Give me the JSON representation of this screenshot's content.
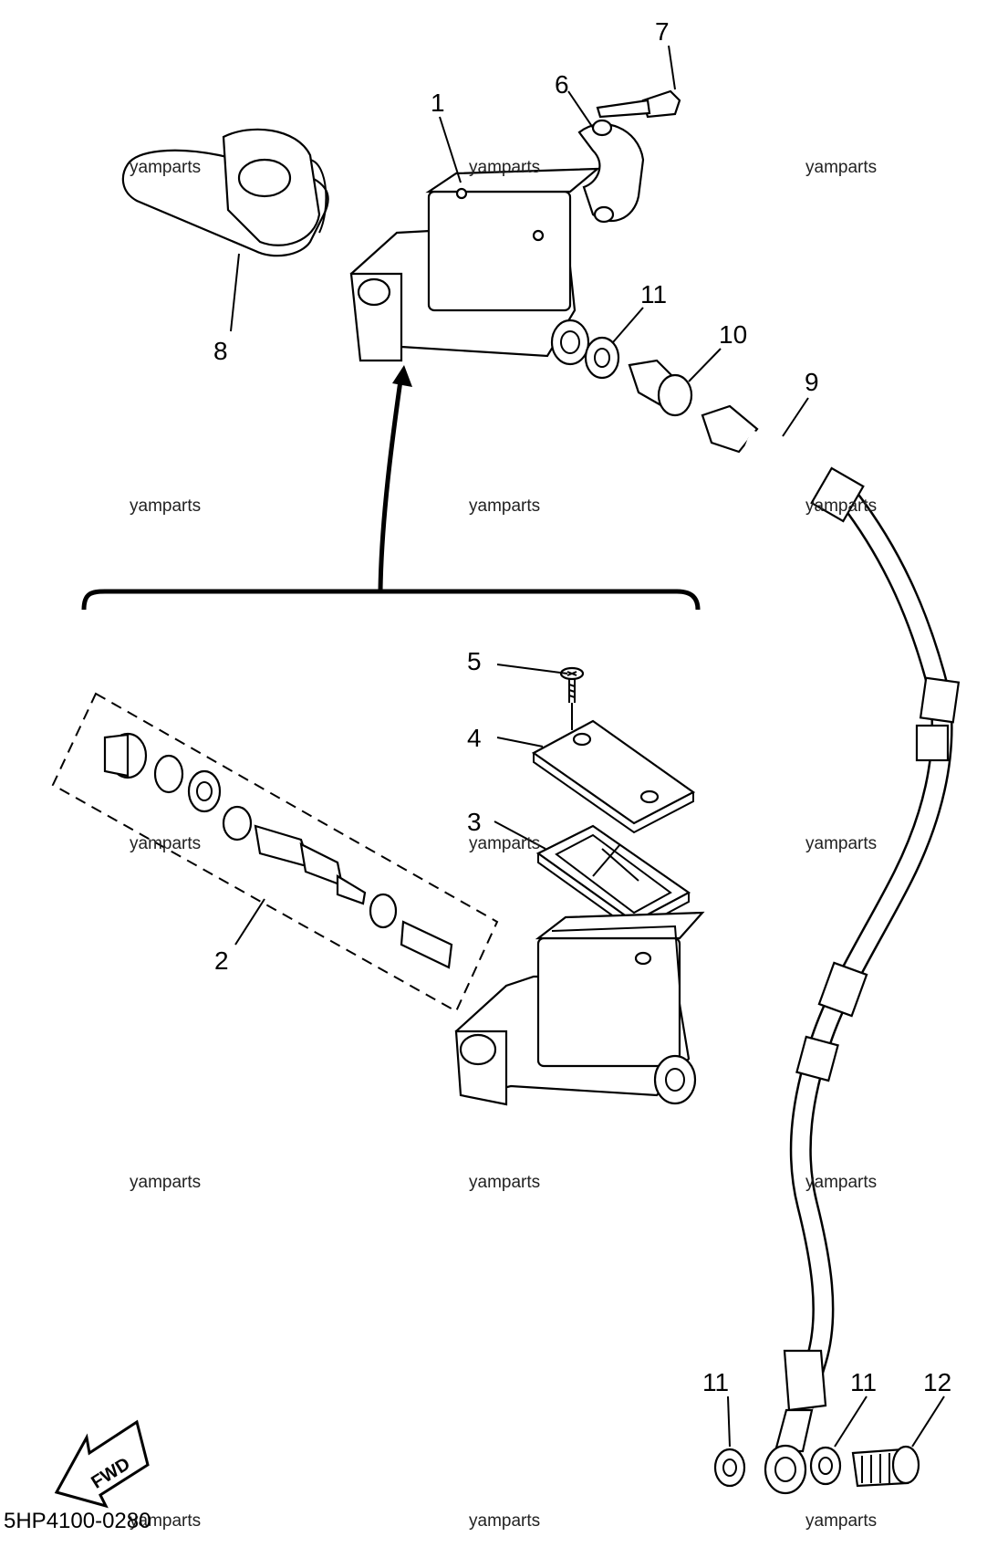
{
  "diagram": {
    "callouts": {
      "c1": "1",
      "c2": "2",
      "c3": "3",
      "c4": "4",
      "c5": "5",
      "c6": "6",
      "c7": "7",
      "c8": "8",
      "c9": "9",
      "c10": "10",
      "c11a": "11",
      "c11b": "11",
      "c11c": "11",
      "c12": "12"
    },
    "watermark": "yamparts",
    "part_code": "5HP4100-0280",
    "fwd_label": "FWD"
  }
}
